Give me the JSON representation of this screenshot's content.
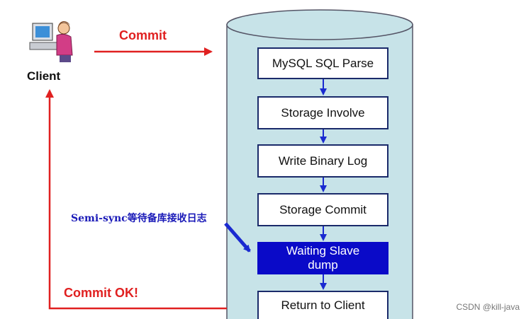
{
  "client": {
    "label": "Client"
  },
  "arrows": {
    "commit": "Commit",
    "commit_ok": "Commit OK!"
  },
  "annotation": {
    "semi_sync": "Semi-sync等待备库接收日志"
  },
  "steps": [
    {
      "label": "MySQL SQL Parse"
    },
    {
      "label": "Storage Involve"
    },
    {
      "label": "Write Binary Log"
    },
    {
      "label": "Storage Commit"
    },
    {
      "label": "Waiting Slave\ndump"
    },
    {
      "label": "Return to Client"
    }
  ],
  "watermark": "CSDN @kill-java",
  "colors": {
    "cylinder": "#c7e3e8",
    "red_arrow": "#e02020",
    "blue_arrow": "#1a2ad0",
    "highlight": "#0a0ac8"
  }
}
